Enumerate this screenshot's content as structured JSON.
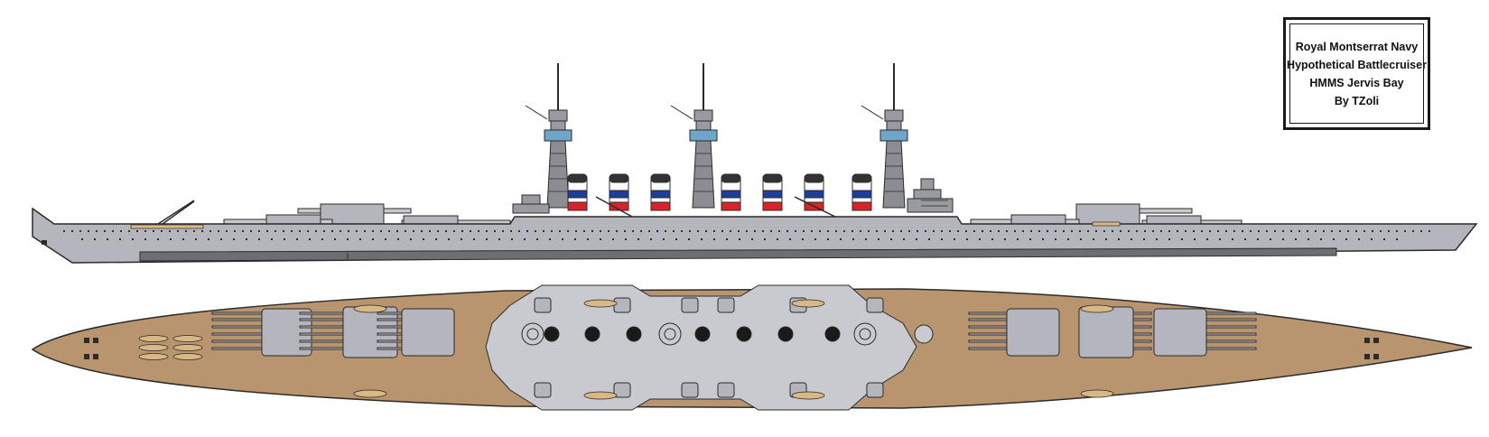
{
  "title_block": {
    "navy": "Royal Montserrat Navy",
    "type": "Hypothetical Battlecruiser",
    "ship_name": "HMMS Jervis Bay",
    "author": "By TZoli"
  },
  "colors": {
    "hull_grey": "#b4b5bd",
    "hull_dark": "#6d6e74",
    "deck_wood": "#b8946f",
    "superstructure": "#c9cad0",
    "outline": "#2b2b2b",
    "funnel_red": "#d8232a",
    "funnel_blue": "#1f3d9c",
    "funnel_white": "#ffffff",
    "mast": "#8c8d93"
  },
  "views": [
    "side-profile",
    "top-plan"
  ]
}
